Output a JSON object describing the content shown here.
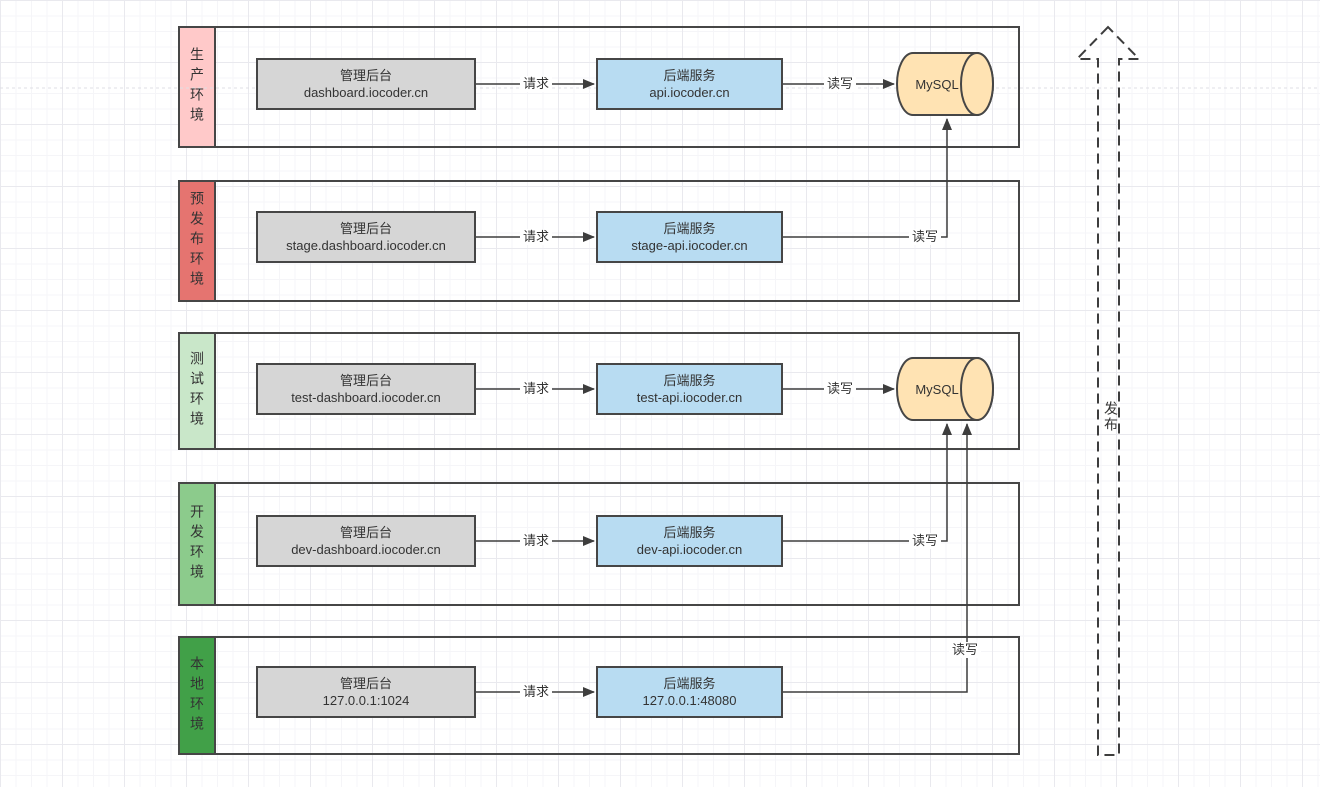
{
  "diagram": {
    "edge_labels": {
      "request": "请求",
      "readwrite": "读写"
    },
    "release_arrow": {
      "label": "发布"
    },
    "mysql_label": "MySQL",
    "colors": {
      "stroke": "#464646",
      "admin_box_fill": "#d6d6d6",
      "backend_box_fill": "#b8dcf2",
      "mysql_fill": "#ffe3b3",
      "env_prod": "#ffc9c9",
      "env_stage": "#e57470",
      "env_test": "#c9e7c9",
      "env_dev": "#8ccb8c",
      "env_local": "#41a048"
    },
    "environments": [
      {
        "name": "生产环境",
        "admin_title": "管理后台",
        "admin_host": "dashboard.iocoder.cn",
        "backend_title": "后端服务",
        "backend_host": "api.iocoder.cn"
      },
      {
        "name": "预发布环境",
        "admin_title": "管理后台",
        "admin_host": "stage.dashboard.iocoder.cn",
        "backend_title": "后端服务",
        "backend_host": "stage-api.iocoder.cn"
      },
      {
        "name": "测试环境",
        "admin_title": "管理后台",
        "admin_host": "test-dashboard.iocoder.cn",
        "backend_title": "后端服务",
        "backend_host": "test-api.iocoder.cn"
      },
      {
        "name": "开发环境",
        "admin_title": "管理后台",
        "admin_host": "dev-dashboard.iocoder.cn",
        "backend_title": "后端服务",
        "backend_host": "dev-api.iocoder.cn"
      },
      {
        "name": "本地环境",
        "admin_title": "管理后台",
        "admin_host": "127.0.0.1:1024",
        "backend_title": "后端服务",
        "backend_host": "127.0.0.1:48080"
      }
    ]
  }
}
